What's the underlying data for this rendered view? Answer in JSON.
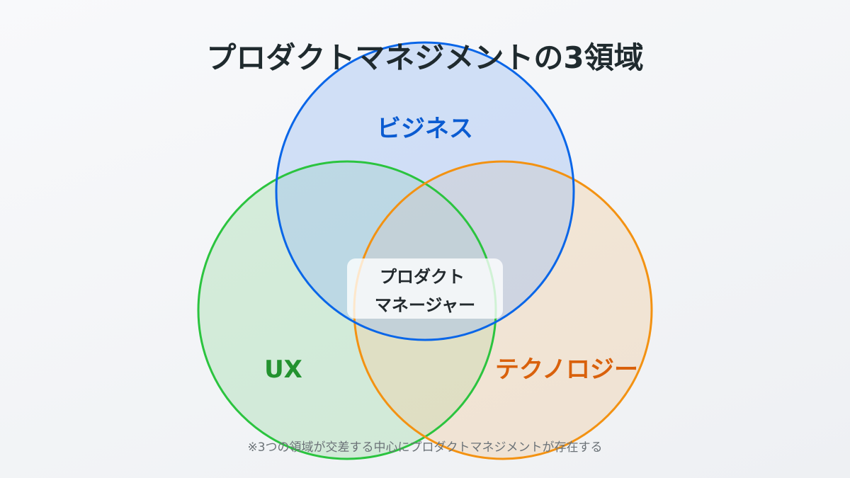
{
  "title": "プロダクトマネジメントの3領域",
  "circles": {
    "business": {
      "label": "ビジネス",
      "stroke": "#0a66e8",
      "fill": "#9dbff2",
      "label_color": "#0a5bd1"
    },
    "ux": {
      "label": "UX",
      "stroke": "#2bc43f",
      "fill": "#a8ddb0",
      "label_color": "#23922f"
    },
    "technology": {
      "label": "テクノロジー",
      "stroke": "#f39212",
      "fill": "#f0cfa6",
      "label_color": "#d9610c"
    }
  },
  "center": {
    "line1": "プロダクト",
    "line2": "マネージャー"
  },
  "footnote": "※3つの領域が交差する中心にプロダクトマネジメントが存在する"
}
